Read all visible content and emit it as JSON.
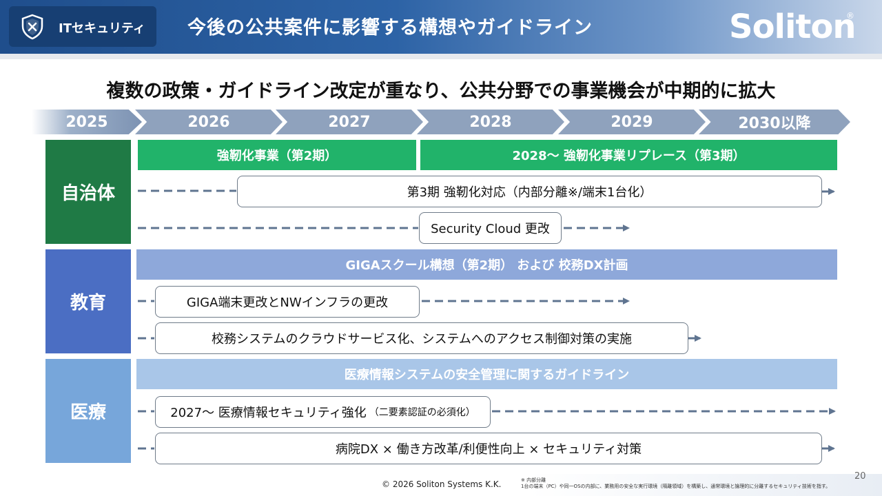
{
  "header": {
    "badge": "ITセキュリティ",
    "title": "今後の公共案件に影響する構想やガイドライン",
    "logo": "Soliton",
    "logo_mark": "®"
  },
  "headline": "複数の政策・ガイドライン改定が重なり、公共分野での事業機会が中期的に拡大",
  "timeline": {
    "years": [
      "2025",
      "2026",
      "2027",
      "2028",
      "2029",
      "2030以降"
    ]
  },
  "categories": {
    "municipality": "自治体",
    "education": "教育",
    "medical": "医療"
  },
  "municipality": {
    "band1": "強靭化事業（第2期）",
    "band2": "2028～  強靭化事業リプレース（第3期）",
    "item1": "第3期 強靭化対応（内部分離※/端末1台化）",
    "item2": "Security Cloud 更改"
  },
  "education": {
    "band": "GIGAスクール構想（第2期）   および   校務DX計画",
    "item1": "GIGA端末更改とNWインフラの更改",
    "item2": "校務システムのクラウドサービス化、システムへのアクセス制御対策の実施"
  },
  "medical": {
    "band": "医療情報システムの安全管理に関するガイドライン",
    "item1": "2027～  医療情報セキュリティ強化",
    "item1_note": "（二要素認証の必須化）",
    "item2": "病院DX × 働き方改革/利便性向上 × セキュリティ対策"
  },
  "footer": {
    "copyright": "© 2026 Soliton Systems K.K.",
    "page": "20",
    "note_title": "※ 内部分離",
    "note_body": "1台の端末（PC）や同一OSの内部に、業務用の安全な実行環境（隔離領域）を構築し、通常環境と論理的に分離するセキュリティ技術を指す。"
  },
  "colors": {
    "header_dark": "#173f73",
    "header_blue": "#2d63a6",
    "municipality": "#1f7a45",
    "municipality_band": "#21b36a",
    "education": "#4b6ec3",
    "education_band": "#8ea8da",
    "medical": "#77a6da",
    "medical_band": "#a9c6e8",
    "arrow": "#5f7490"
  },
  "icons": {
    "badge_icon": "shield-x-icon"
  }
}
